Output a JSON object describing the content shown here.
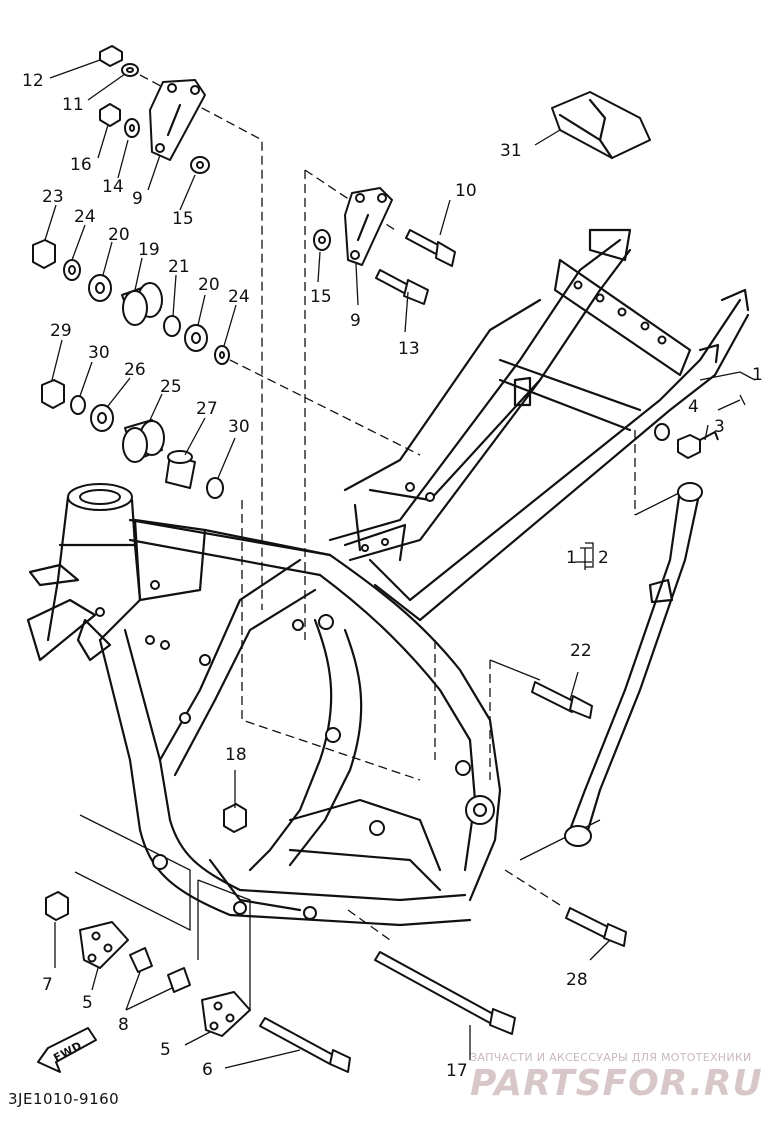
{
  "diagram": {
    "part_code": "3JE1010-9160",
    "fwd_label": "FWD",
    "watermark": {
      "tagline": "ЗАПЧАСТИ И АКСЕССУАРЫ ДЛЯ МОТОТЕХНИКИ",
      "brand": "PARTSFOR.RU"
    },
    "callouts": [
      {
        "id": "c12",
        "text": "12"
      },
      {
        "id": "c11",
        "text": "11"
      },
      {
        "id": "c16",
        "text": "16"
      },
      {
        "id": "c14",
        "text": "14"
      },
      {
        "id": "c9a",
        "text": "9"
      },
      {
        "id": "c15a",
        "text": "15"
      },
      {
        "id": "c23",
        "text": "23"
      },
      {
        "id": "c24a",
        "text": "24"
      },
      {
        "id": "c20a",
        "text": "20"
      },
      {
        "id": "c19",
        "text": "19"
      },
      {
        "id": "c21",
        "text": "21"
      },
      {
        "id": "c20b",
        "text": "20"
      },
      {
        "id": "c24b",
        "text": "24"
      },
      {
        "id": "c29",
        "text": "29"
      },
      {
        "id": "c30a",
        "text": "30"
      },
      {
        "id": "c26",
        "text": "26"
      },
      {
        "id": "c25",
        "text": "25"
      },
      {
        "id": "c27",
        "text": "27"
      },
      {
        "id": "c30b",
        "text": "30"
      },
      {
        "id": "c10",
        "text": "10"
      },
      {
        "id": "c15b",
        "text": "15"
      },
      {
        "id": "c9b",
        "text": "9"
      },
      {
        "id": "c13",
        "text": "13"
      },
      {
        "id": "c31",
        "text": "31"
      },
      {
        "id": "c1a",
        "text": "1"
      },
      {
        "id": "c4",
        "text": "4"
      },
      {
        "id": "c3",
        "text": "3"
      },
      {
        "id": "c1b",
        "text": "1"
      },
      {
        "id": "c2",
        "text": "2"
      },
      {
        "id": "c22",
        "text": "22"
      },
      {
        "id": "c18",
        "text": "18"
      },
      {
        "id": "c7",
        "text": "7"
      },
      {
        "id": "c5a",
        "text": "5"
      },
      {
        "id": "c8",
        "text": "8"
      },
      {
        "id": "c5b",
        "text": "5"
      },
      {
        "id": "c6",
        "text": "6"
      },
      {
        "id": "c17",
        "text": "17"
      },
      {
        "id": "c28",
        "text": "28"
      }
    ]
  }
}
